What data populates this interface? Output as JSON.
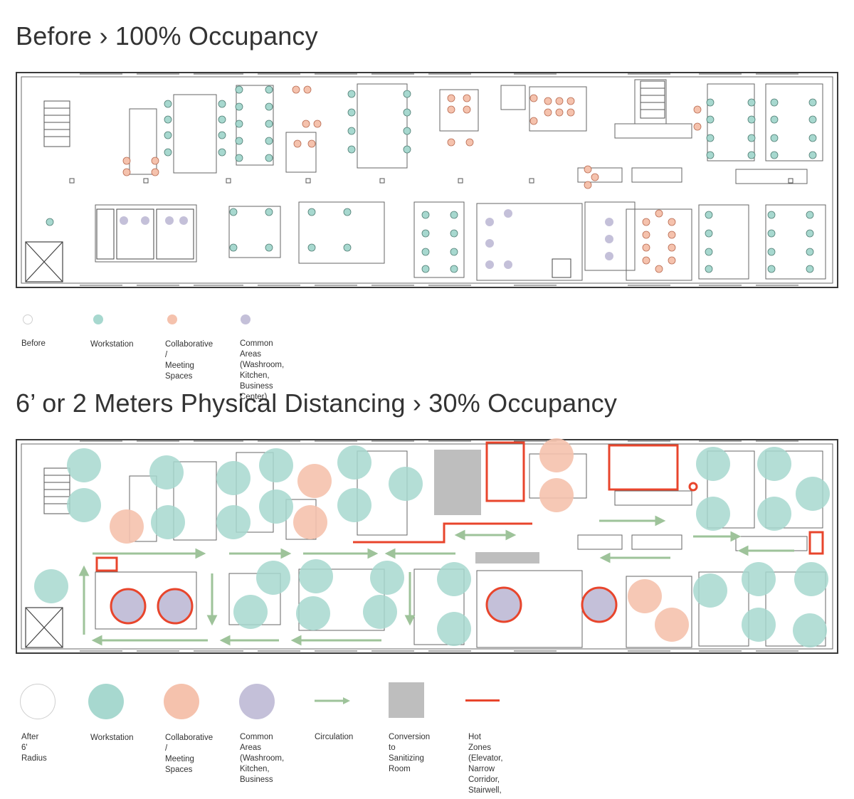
{
  "colors": {
    "workstation": "#a7d8cf",
    "collaborative": "#f5c2ad",
    "common": "#c4c0d9",
    "circulation": "#9ec39a",
    "sanitizing": "#bebebe",
    "hot_zone": "#e8452c",
    "wall": "#3a3a3a"
  },
  "before": {
    "title": "Before › 100% Occupancy",
    "legend": [
      {
        "label": "Before",
        "swatch": "circle-outline"
      },
      {
        "label": "Workstation",
        "swatch": "circle-workstation"
      },
      {
        "label": "Collaborative /\nMeeting Spaces",
        "swatch": "circle-collaborative"
      },
      {
        "label": "Common Areas\n(Washroom, Kitchen,\nBusiness Center)",
        "swatch": "circle-common"
      }
    ]
  },
  "after": {
    "title": "6’ or 2 Meters Physical Distancing › 30% Occupancy",
    "legend": [
      {
        "label": "After 6' Radius",
        "swatch": "circle-outline"
      },
      {
        "label": "Workstation",
        "swatch": "circle-workstation"
      },
      {
        "label": "Collaborative /\nMeeting Spaces",
        "swatch": "circle-collaborative"
      },
      {
        "label": "Common Areas\n(Washroom,\nKitchen, Business",
        "swatch": "circle-common"
      },
      {
        "label": "Circulation",
        "swatch": "arrow-circulation"
      },
      {
        "label": "Conversion to\nSanitizing Room",
        "swatch": "square-sanitizing"
      },
      {
        "label": "Hot Zones\n(Elevator, Narrow\nCorridor, Stairwell,",
        "swatch": "line-hot-zone"
      }
    ]
  }
}
